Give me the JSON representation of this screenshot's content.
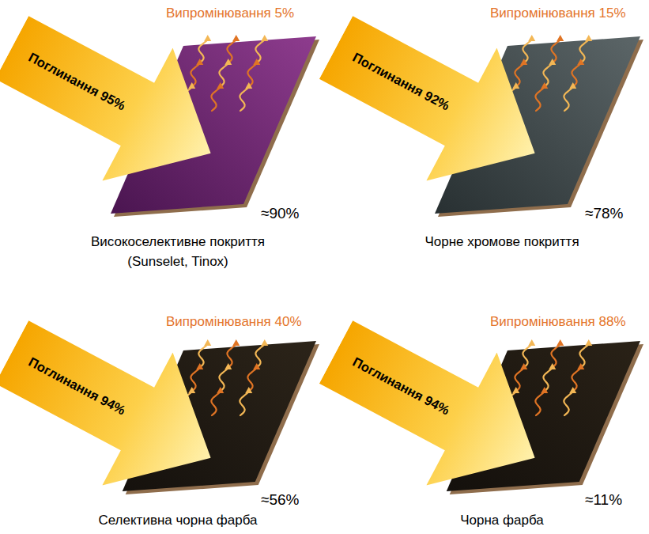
{
  "diagram": {
    "nodes": [
      {
        "text": [
          "Поглинання 95%"
        ]
      },
      {
        "text": [
          "Поглинання 92%"
        ]
      },
      {
        "text": [
          "Поглинання 94%"
        ]
      },
      {
        "text": [
          "Поглинання 94%"
        ]
      }
    ],
    "labels": [
      "Випромінювання 5%",
      "≈90%",
      "Високоселективне покриття (Sunselet, Tinox)",
      "Випромінювання 15%",
      "≈78%",
      "Чорне хромове покриття",
      "Випромінювання 40%",
      "≈56%",
      "Селективна чорна фарба",
      "Випромінювання 88%",
      "≈11%",
      "Чорна фарба"
    ]
  }
}
